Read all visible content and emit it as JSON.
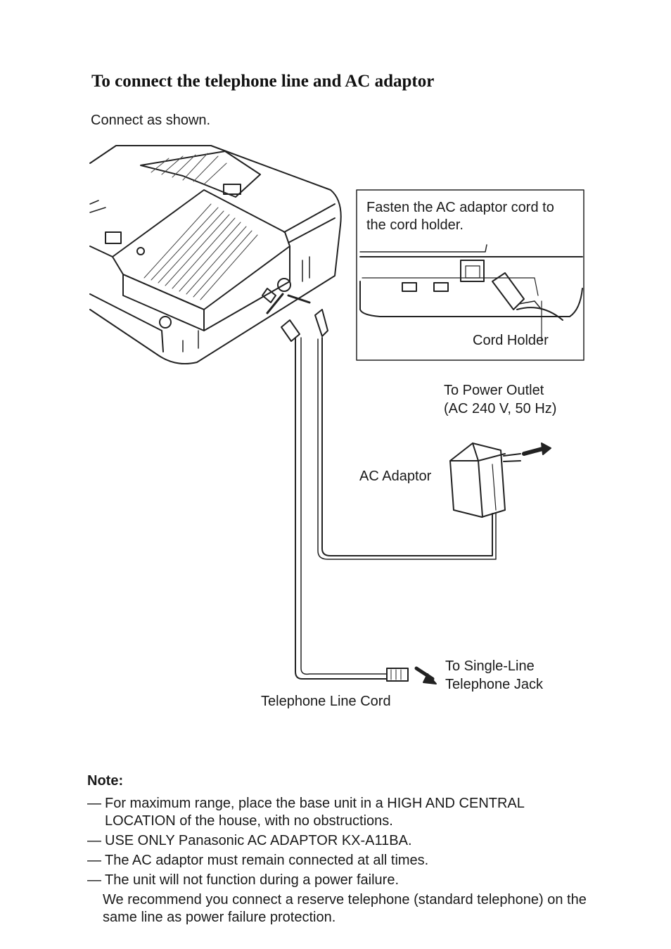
{
  "title": "To connect the telephone line and AC adaptor",
  "intro": "Connect as shown.",
  "diagram": {
    "inset_text": "Fasten the AC adaptor cord to the cord holder.",
    "cord_holder": "Cord Holder",
    "outlet_line1": "To Power Outlet",
    "outlet_line2": "(AC 240 V, 50 Hz)",
    "adaptor": "AC Adaptor",
    "jack_line1": "To Single-Line",
    "jack_line2": "Telephone Jack",
    "line_cord": "Telephone Line Cord"
  },
  "note": {
    "heading": "Note:",
    "dash": "—",
    "items": [
      "For maximum range, place the base unit in a HIGH AND CENTRAL LOCATION of the house, with no obstructions.",
      "USE ONLY Panasonic AC ADAPTOR KX-A11BA.",
      "The AC adaptor must remain connected at all times.",
      "The unit will not function during a power failure."
    ],
    "continuation": "We recommend you connect a reserve telephone (standard telephone) on the same line as power failure protection."
  }
}
